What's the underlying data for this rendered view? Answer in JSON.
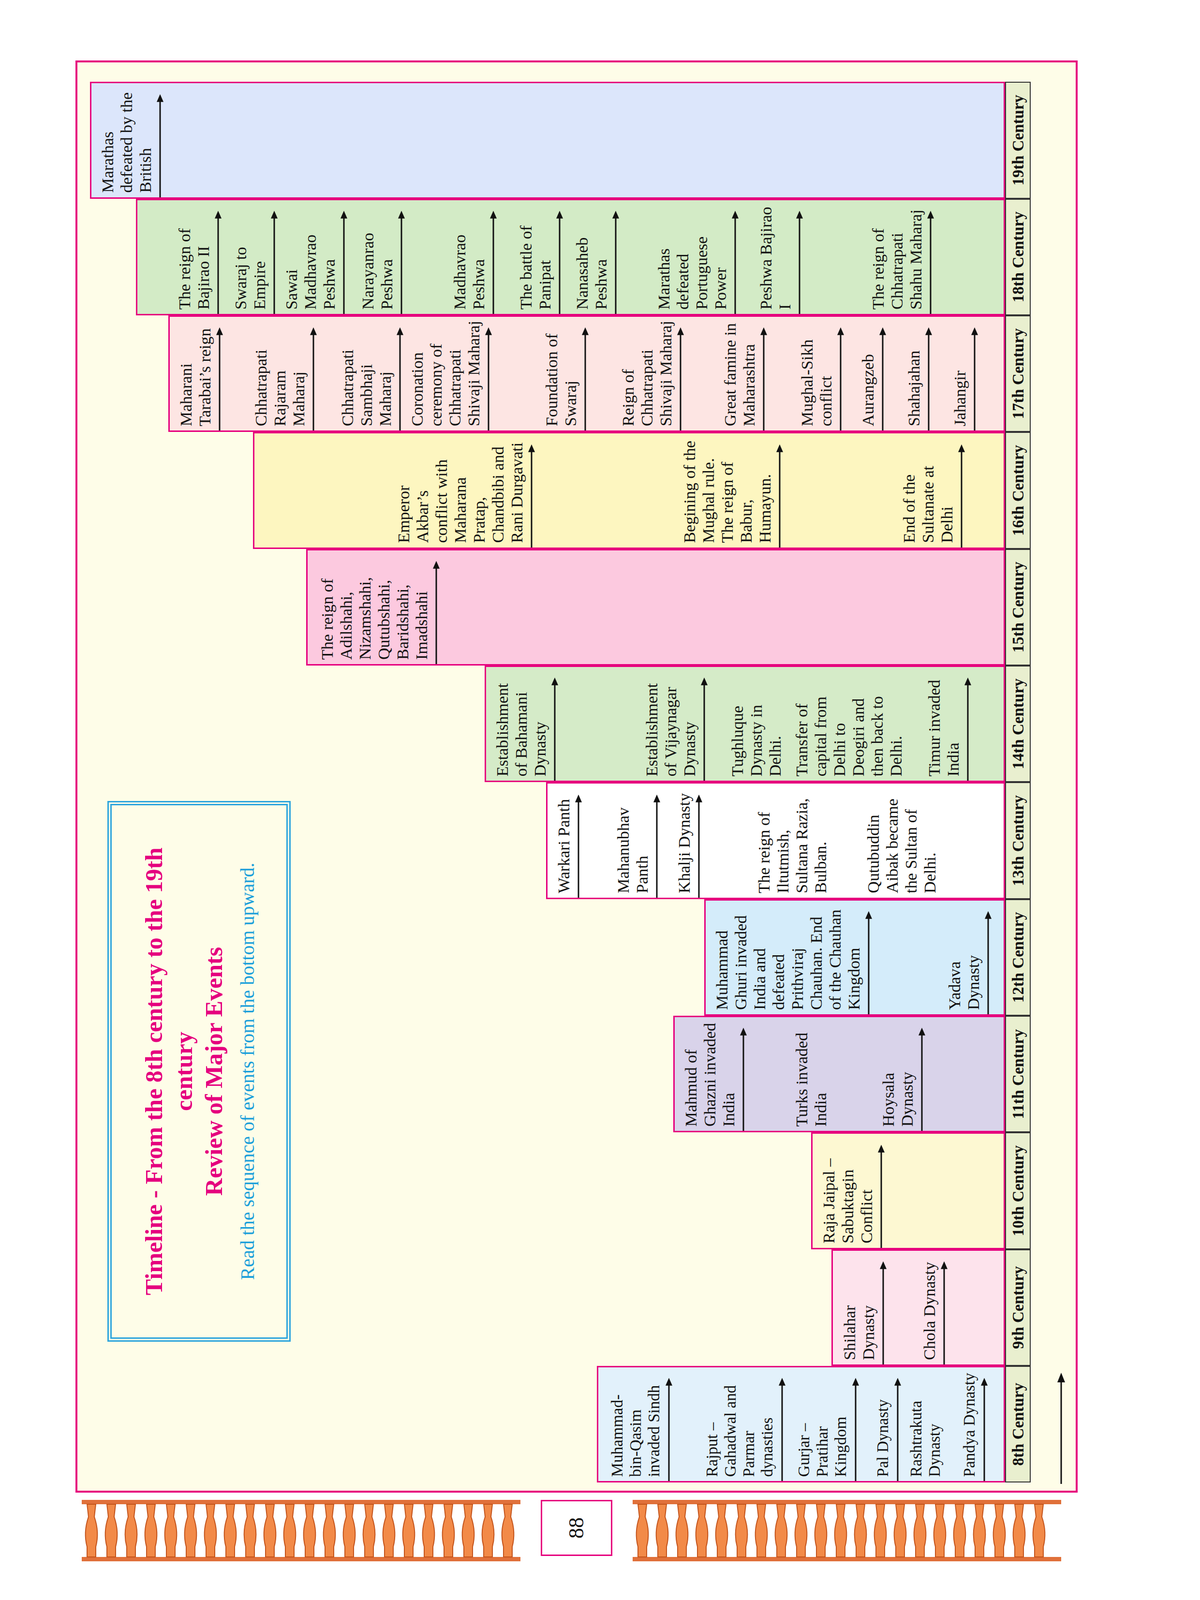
{
  "diagram": {
    "nodes": [
      {
        "text": [
          "Timeline - From the 8th century to the 19th century",
          "Review of Major Events",
          "Read the sequence of events from the bottom upward."
        ]
      },
      {
        "text": [
          "Muhammad-bin-Qasim invaded Sindh",
          "Rajput – Gahadwal and Parmar dynasties",
          "Gurjar – Pratihar Kingdom",
          "Pal Dynasty",
          "Rashtrakuta Dynasty",
          "Pandya Dynasty"
        ]
      },
      {
        "text": [
          "Shilahar Dynasty",
          "Chola Dynasty"
        ]
      },
      {
        "text": [
          "Raja Jaipal – Sabuktagin Conflict"
        ]
      },
      {
        "text": [
          "Mahmud of Ghazni invaded India",
          "Turks invaded India",
          "Hoysala Dynasty"
        ]
      },
      {
        "text": [
          "Muhammad Ghuri invaded India and defeated Prithviraj Chauhan. End of the Chauhan Kingdom",
          "Yadava Dynasty"
        ]
      },
      {
        "text": [
          "Warkari Panth",
          "Mahanubhav Panth",
          "Khalji Dynasty",
          "The reign of Iltutmish, Sultana Razia, Bulban.",
          "Qutubuddin Aibak became the Sultan of Delhi."
        ]
      },
      {
        "text": [
          "Establishment of Bahamani Dynasty",
          "Establishment of Vijaynagar Dynasty",
          "Tughluque Dynasty in Delhi.",
          "Transfer of capital from Delhi to Deogiri and then back to Delhi.",
          "Timur invaded India"
        ]
      },
      {
        "text": [
          "The reign of Adilshahi, Nizamshahi, Qutubshahi, Baridshahi, Imadshahi"
        ]
      },
      {
        "text": [
          "Emperor Akbar’s conflict with Maharana Pratap, Chandbibi and Rani Durgavati",
          "Begining of the Mughal rule. The reign of Babur, Humayun.",
          "End of the Sultanate at Delhi"
        ]
      },
      {
        "text": [
          "Maharani Tarabai’s reign",
          "Chhatrapati Rajaram Maharaj",
          "Chhatrapati Sambhaji Maharaj",
          "Coronation ceremony of Chhatrapati Shivaji Maharaj",
          "Foundation of Swaraj",
          "Reign of Chhatrapati Shivaji Maharaj",
          "Great famine in Maharashtra",
          "Mughal-Sikh conflict",
          "Aurangzeb",
          "Shahajahan",
          "Jahangir"
        ]
      },
      {
        "text": [
          "The reign of Bajirao II",
          "Swaraj to Empire",
          "Sawai Madhavrao Peshwa",
          "Narayanrao Peshwa",
          "Madhavrao Peshwa",
          "The battle of Panipat",
          "Nanasaheb Peshwa",
          "Marathas defeated Portuguese Power",
          "Peshwa Bajirao I",
          "The reign of Chhatrapati Shahu Maharaj"
        ]
      },
      {
        "text": [
          "Marathas defeated by the British"
        ]
      },
      {
        "text": [
          "8th Century"
        ]
      },
      {
        "text": [
          "9th Century"
        ]
      },
      {
        "text": [
          "10th Century"
        ]
      },
      {
        "text": [
          "11th Century"
        ]
      },
      {
        "text": [
          "12th Century"
        ]
      },
      {
        "text": [
          "13th Century"
        ]
      },
      {
        "text": [
          "14th Century"
        ]
      },
      {
        "text": [
          "15th Century"
        ]
      },
      {
        "text": [
          "16th Century"
        ]
      },
      {
        "text": [
          "17th Century"
        ]
      },
      {
        "text": [
          "18th Century"
        ]
      },
      {
        "text": [
          "19th Century"
        ]
      },
      {
        "text": [
          "88"
        ]
      }
    ]
  }
}
